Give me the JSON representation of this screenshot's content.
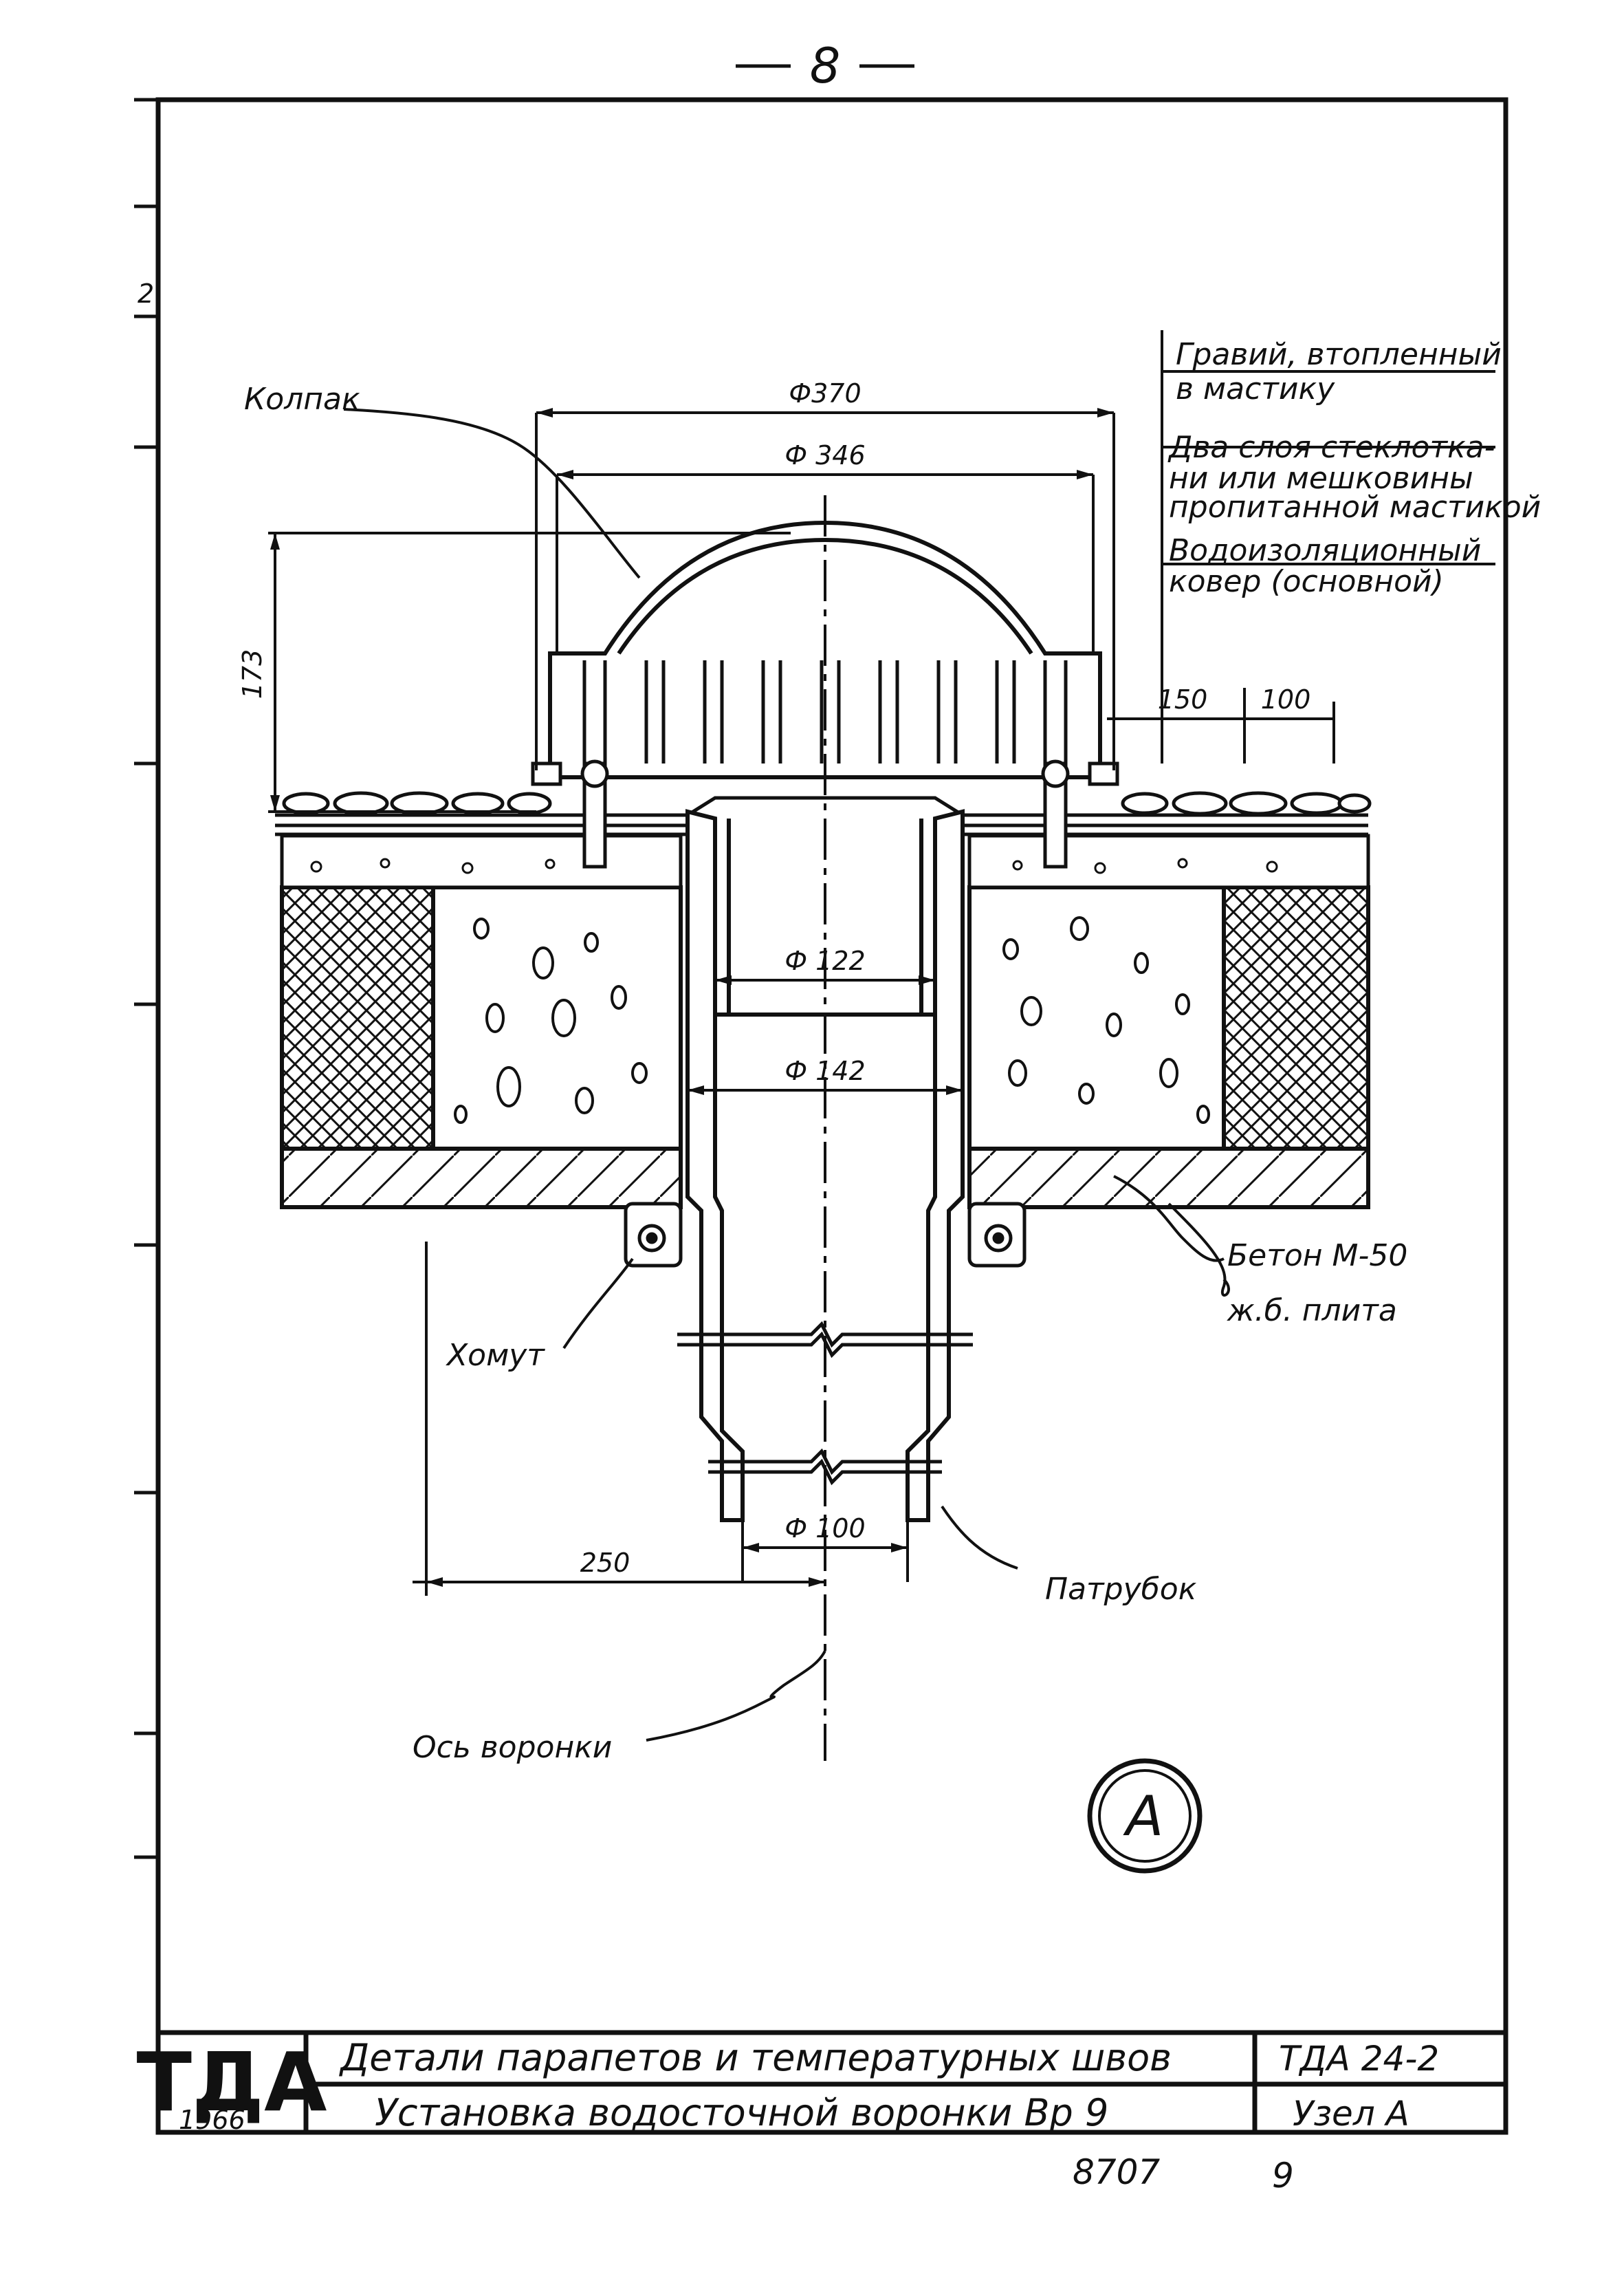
{
  "page_number": "8",
  "labels": {
    "cap": "Колпак",
    "gravel_line1": "Гравий, втопленный",
    "gravel_line2": "в мастику",
    "fabric_line1": "Два слоя стеклотка-",
    "fabric_line2": "ни или мешковины",
    "fabric_line3": "пропитанной мастикой",
    "carpet_line1": "Водоизоляционный",
    "carpet_line2": "ковер (основной)",
    "concrete": "Бетон М-50",
    "slab": "ж.б. плита",
    "clamp": "Хомут",
    "branch_pipe": "Патрубок",
    "funnel_axis": "Ось воронки",
    "node_mark": "А"
  },
  "dimensions": {
    "d370": "Ф370",
    "d346": "Ф 346",
    "h173": "173",
    "d122": "Ф 122",
    "d142": "Ф 142",
    "d100": "Ф 100",
    "w150": "150",
    "w100": "100",
    "w250": "250",
    "side_mark": "2"
  },
  "title_block": {
    "logo": "ТДА",
    "year": "1966",
    "title": "Детали парапетов и температурных швов",
    "subtitle": "Установка водосточной воронки Вр 9",
    "series": "ТДА 24-2",
    "node": "Узел А"
  },
  "footer": {
    "inventory": "8707",
    "sheet": "9"
  }
}
